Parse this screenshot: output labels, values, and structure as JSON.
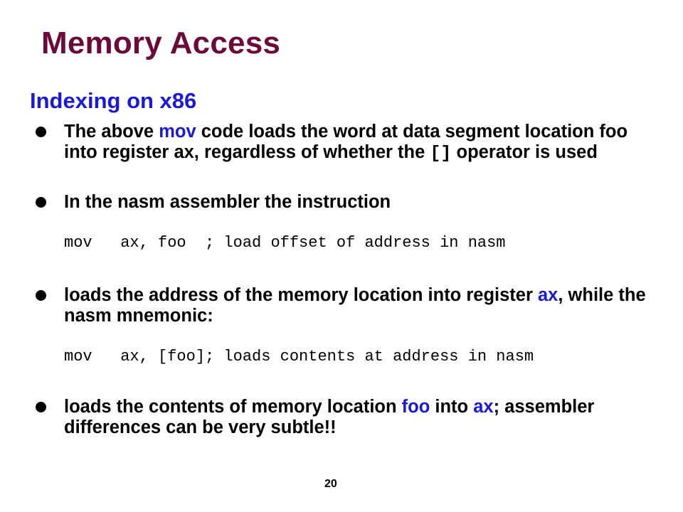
{
  "slide": {
    "title": "Memory Access",
    "subtitle": "Indexing on x86",
    "page_number": "20",
    "accent_title_color": "#6b0a3a",
    "accent_highlight_color": "#1a1ad6"
  },
  "bullets": [
    {
      "t1": "The above ",
      "hl1": "mov",
      "t2": " code loads the word at data segment location foo into register ax, regardless of whether the ",
      "code": "[]",
      "t3": " operator is used"
    },
    {
      "t1": "In the nasm assembler the instruction"
    },
    {
      "t1": "loads the address of the memory location into register ",
      "hl1": "ax",
      "t2": ", while the nasm mnemonic:"
    },
    {
      "t1": "loads the contents of memory location ",
      "hl1": "foo",
      "t2": " into ",
      "hl2": "ax",
      "t3": "; assembler differences can be very subtle!!"
    }
  ],
  "code_lines": [
    "mov   ax, foo  ; load offset of address in nasm",
    "mov   ax, [foo]; loads contents at address in nasm"
  ]
}
